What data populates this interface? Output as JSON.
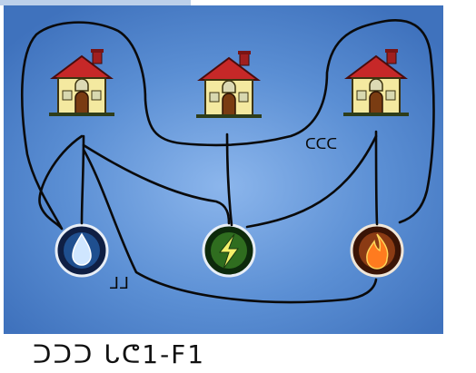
{
  "puzzle": {
    "houses": [
      {
        "id": "house-left"
      },
      {
        "id": "house-middle"
      },
      {
        "id": "house-right"
      }
    ],
    "utilities": [
      {
        "id": "water",
        "icon": "water-drop-icon",
        "color": "#1f4f8f"
      },
      {
        "id": "electricity",
        "icon": "lightning-icon",
        "color": "#2f6d1f"
      },
      {
        "id": "gas",
        "icon": "flame-icon",
        "color": "#8b3b14"
      }
    ]
  },
  "scribbles": {
    "near_water": "ᒧᒧ",
    "near_right_house": "ᑕᑕᑕ"
  },
  "caption": "ᑐᑐᑐ ᒐᕦ1-F1"
}
